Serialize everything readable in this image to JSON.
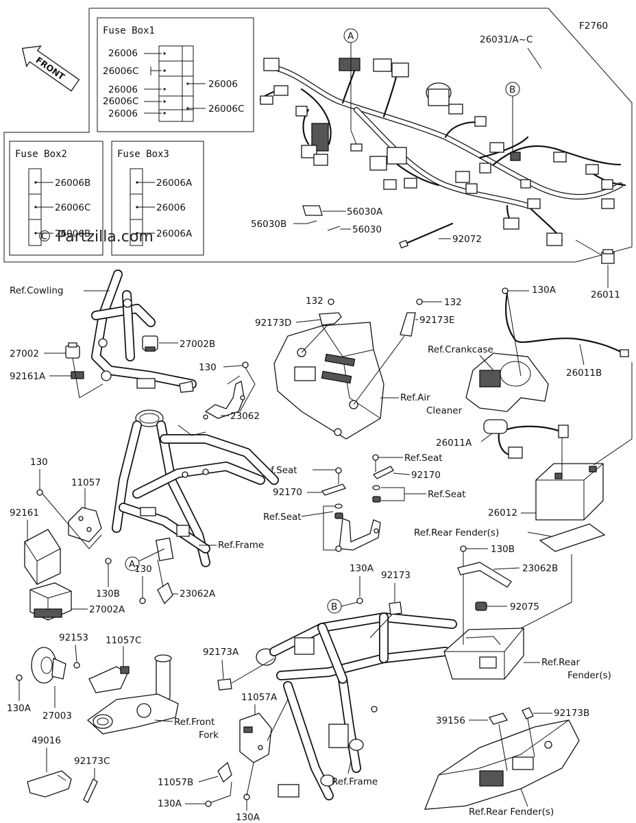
{
  "diagram_code": "F2760",
  "front_arrow": "FRONT",
  "watermark": "© Partzilla.com",
  "fuse_boxes": [
    {
      "title": "Fuse Box1",
      "left": [
        "26006",
        "26006C",
        "26006",
        "26006C",
        "26006"
      ],
      "right": [
        "26006",
        "26006C"
      ]
    },
    {
      "title": "Fuse Box2",
      "items": [
        "26006B",
        "26006C",
        "26006B"
      ]
    },
    {
      "title": "Fuse Box3",
      "items": [
        "26006A",
        "26006",
        "26006A"
      ]
    }
  ],
  "callouts": {
    "A": "A",
    "B": "B"
  },
  "labels": {
    "p26031": "26031/A~C",
    "p56030A": "56030A",
    "p56030B": "56030B",
    "p56030": "56030",
    "p92072": "92072",
    "p26011": "26011",
    "p132a": "132",
    "p92173D": "92173D",
    "p132b": "132",
    "p92173E": "92173E",
    "p130A_top": "130A",
    "refCrankcase": "Ref.Crankcase",
    "p26011B": "26011B",
    "refAir1": "Ref.Air",
    "refAir2": "Cleaner",
    "p26011A": "26011A",
    "refSeat1": "Ref.Seat",
    "refSeat2": "Ref.Seat",
    "refSeat3": "Ref.Seat",
    "refSeat4": "Ref.Seat",
    "p92170a": "92170",
    "p92170b": "92170",
    "p26012": "26012",
    "refRearFender1": "Ref.Rear Fender(s)",
    "p130B_r": "130B",
    "p23062B": "23062B",
    "p92075": "92075",
    "refRearFender2a": "Ref.Rear",
    "refRearFender2b": "Fender(s)",
    "p39156": "39156",
    "p92173B": "92173B",
    "refRearFender3": "Ref.Rear Fender(s)",
    "refCowling": "Ref.Cowling",
    "p27002": "27002",
    "p27002B": "27002B",
    "p92161A": "92161A",
    "p130_a": "130",
    "p23062": "23062",
    "p130_b": "130",
    "p11057": "11057",
    "p92161": "92161",
    "refFrame1": "Ref.Frame",
    "p130B_l": "130B",
    "p130_c": "130",
    "p23062A": "23062A",
    "p27002A": "27002A",
    "p130A_m": "130A",
    "p92173": "92173",
    "p92153": "92153",
    "p11057C": "11057C",
    "p130A_l": "130A",
    "p27003": "27003",
    "refFrontFork1": "Ref.Front",
    "refFrontFork2": "Fork",
    "p92173A": "92173A",
    "p11057A": "11057A",
    "p49016": "49016",
    "p92173C": "92173C",
    "p11057B": "11057B",
    "p130A_b1": "130A",
    "p130A_b2": "130A",
    "refFrame2": "Ref.Frame"
  }
}
